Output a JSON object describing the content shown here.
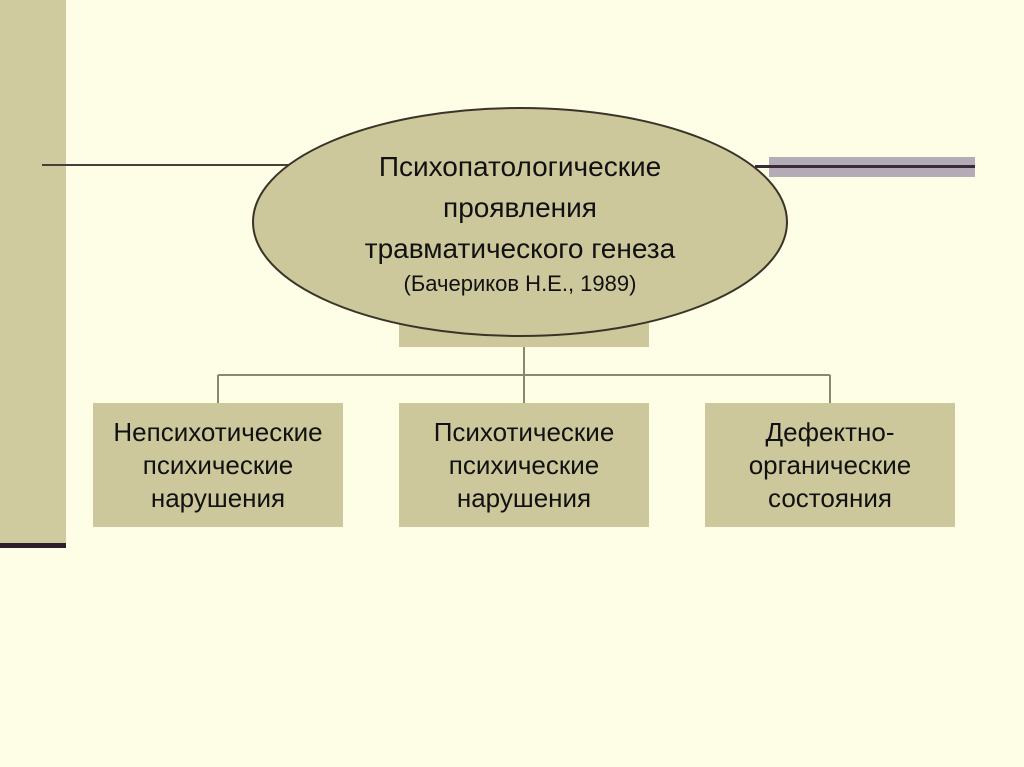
{
  "root": {
    "title_lines": [
      "Психопатологические",
      "проявления",
      "травматического генеза"
    ],
    "citation": "(Бачериков Н.Е., 1989)"
  },
  "children": [
    {
      "label": "Непсихотические\nпсихические\nнарушения"
    },
    {
      "label": "Психотические\nпсихические\nнарушения"
    },
    {
      "label": "Дефектно-\nорганические\nсостояния"
    }
  ],
  "colors": {
    "background": "#fefde6",
    "shape_fill": "#cdc89c",
    "accent_bar": "#b3abb5",
    "line": "#2e1d2a"
  }
}
